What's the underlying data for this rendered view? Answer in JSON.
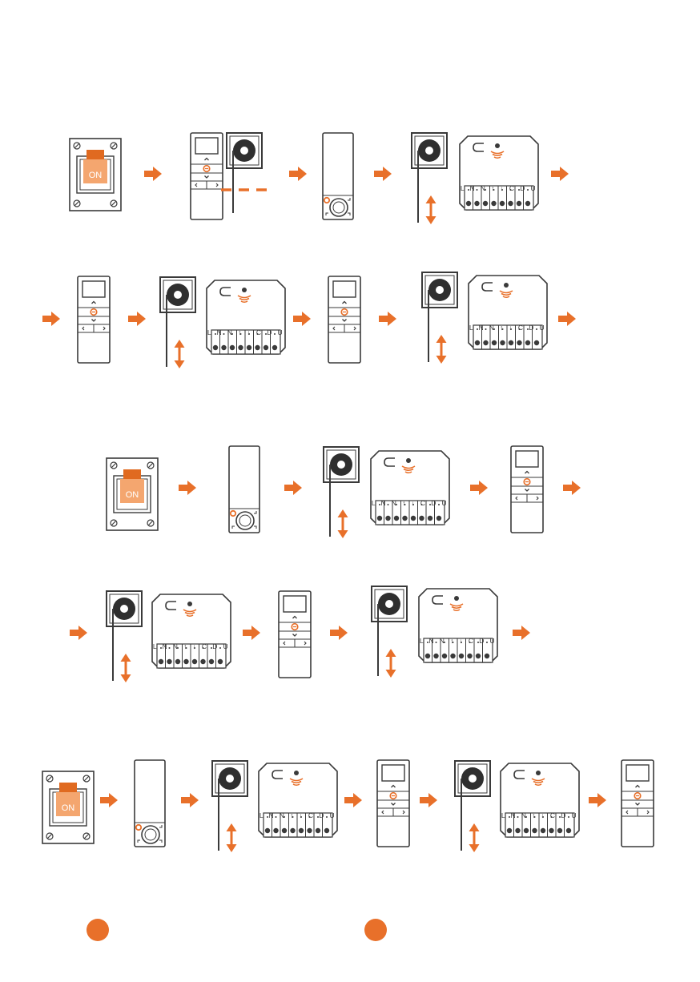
{
  "colors": {
    "accent": "#E8702A",
    "outline": "#3a3a3a",
    "switch_fill": "#F4A66F",
    "switch_tab": "#E06A20",
    "background": "#ffffff"
  },
  "labels": {
    "breaker_on": "ON",
    "receiver_terminals": [
      "L",
      "N",
      "N",
      "↑",
      "↓",
      "C",
      "D",
      "U"
    ]
  },
  "icons": {
    "breaker": "circuit-breaker-icon",
    "remote": "remote-control-icon",
    "remote_back": "remote-back-prog-button-icon",
    "motor": "tubular-motor-icon",
    "receiver": "receiver-module-icon",
    "arrow": "next-step-arrow-icon",
    "updown": "up-down-movement-icon"
  },
  "sequences": [
    [
      "breaker",
      "arrow",
      "remote_dashed",
      "arrow",
      "remote_back",
      "arrow",
      "motor_receiver",
      "arrow"
    ],
    [
      "arrow",
      "remote",
      "arrow",
      "motor_receiver",
      "arrow",
      "remote",
      "arrow",
      "motor_receiver",
      "arrow"
    ],
    [
      "breaker",
      "arrow",
      "remote_back",
      "arrow",
      "motor_receiver",
      "arrow",
      "remote",
      "arrow"
    ],
    [
      "arrow",
      "motor_receiver",
      "arrow",
      "remote",
      "arrow",
      "motor_receiver",
      "arrow"
    ],
    [
      "breaker",
      "arrow",
      "remote_back",
      "arrow",
      "motor_receiver",
      "arrow",
      "remote",
      "arrow",
      "motor_receiver",
      "arrow",
      "remote"
    ]
  ],
  "footer_markers": 2
}
